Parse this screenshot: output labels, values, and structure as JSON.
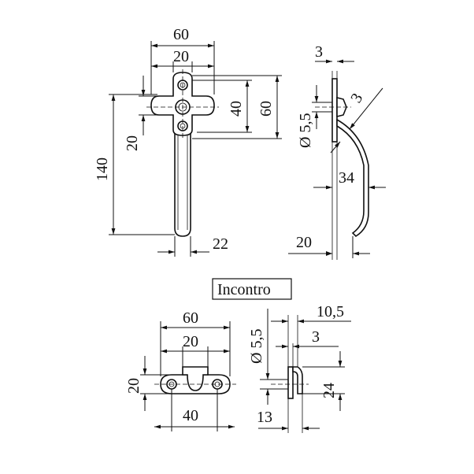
{
  "handle_front": {
    "dim_top_width": "60",
    "dim_inner_width": "20",
    "dim_plate_height_40": "40",
    "dim_plate_height_60": "60",
    "dim_left_20": "20",
    "dim_length": "140",
    "dim_bottom": "22"
  },
  "handle_side": {
    "dim_top": "3",
    "dim_hole": "Ø 5,5",
    "dim_angle": "3",
    "dim_offset": "34",
    "dim_bottom": "20"
  },
  "incontro": {
    "title": "Incontro",
    "dim_width_60": "60",
    "dim_width_20": "20",
    "dim_height_20": "20",
    "dim_holes_40": "40",
    "dim_hole": "Ø 5,5",
    "dim_top": "10,5",
    "dim_thickness": "3",
    "dim_height_24": "24",
    "dim_bottom": "13"
  }
}
